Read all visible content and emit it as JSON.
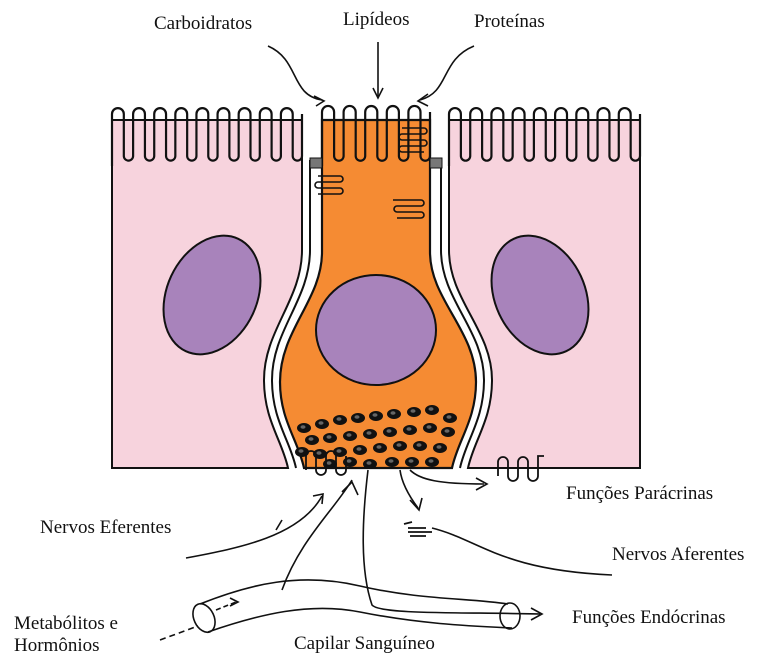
{
  "labels": {
    "carbohydrates": "Carboidratos",
    "lipids": "Lipídeos",
    "proteins": "Proteínas",
    "paracrine": "Funções Parácrinas",
    "efferent": "Nervos Eferentes",
    "afferent": "Nervos Aferentes",
    "metabolites_line1": "Metabólitos e",
    "metabolites_line2": "Hormônios",
    "endocrine": "Funções Endócrinas",
    "capillary": "Capilar Sanguíneo"
  },
  "colors": {
    "neighbor_cell": "#f7d3dd",
    "enteroendocrine_cell": "#f58b33",
    "nucleus": "#a883bb",
    "granule": "#111111",
    "outline": "#111111"
  }
}
